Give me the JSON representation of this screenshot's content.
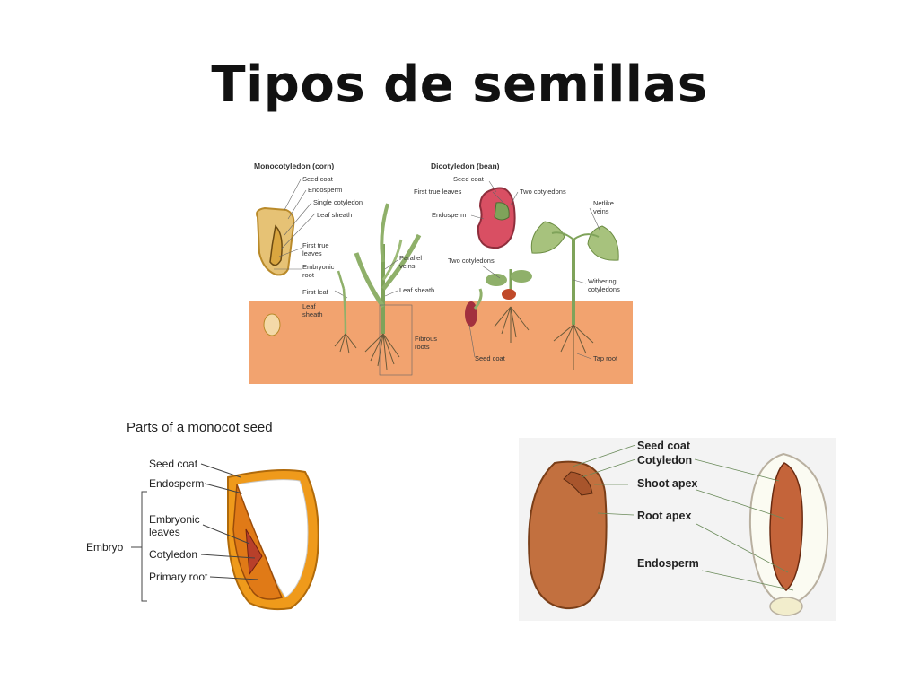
{
  "slide": {
    "title": "Tipos de semillas"
  },
  "top_figure": {
    "monocot_heading": "Monocotyledon (corn)",
    "dicot_heading": "Dicotyledon (bean)",
    "monocot_labels": [
      "Seed coat",
      "Endosperm",
      "Single cotyledon",
      "Leaf sheath",
      "First true",
      "leaves",
      "Embryonic",
      "root",
      "First leaf",
      "Leaf",
      "sheath"
    ],
    "monocot_plant_labels": [
      "Parallel",
      "veins",
      "Leaf sheath",
      "Fibrous",
      "roots"
    ],
    "dicot_labels": [
      "Seed coat",
      "First true leaves",
      "Two cotyledons",
      "Endosperm",
      "Netlike",
      "veins",
      "Two cotyledons",
      "Withering",
      "cotyledons",
      "Seed coat",
      "Tap root"
    ]
  },
  "left_figure": {
    "heading": "Parts of a monocot seed",
    "labels": [
      "Seed coat",
      "Endosperm",
      "Embryonic",
      "leaves",
      "Cotyledon",
      "Primary root"
    ],
    "group_label": "Embryo"
  },
  "right_figure": {
    "labels": [
      "Seed coat",
      "Cotyledon",
      "Shoot apex",
      "Root apex",
      "Endosperm"
    ]
  },
  "colors": {
    "soil": "#f2a36f",
    "seed_brown": "#c7703a",
    "bean_red": "#c2485a",
    "leaf_green": "#8fb06a",
    "corn_yellow": "#e6b64a"
  }
}
